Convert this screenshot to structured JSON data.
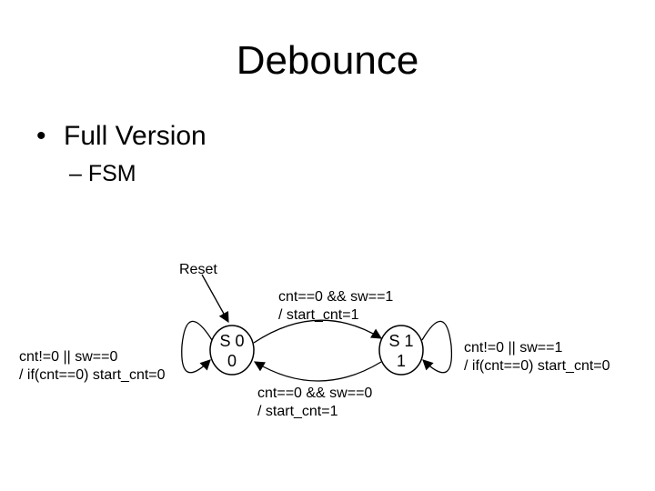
{
  "slide": {
    "title": "Debounce",
    "bullet": "Full Version",
    "sub_prefix": "–",
    "sub_bullet": "FSM"
  },
  "fsm": {
    "reset_label": "Reset",
    "states": [
      {
        "line1": "S 0",
        "line2": "0"
      },
      {
        "line1": "S 1",
        "line2": "1"
      }
    ],
    "transitions": {
      "s0_to_s1": {
        "line1": "cnt==0 && sw==1",
        "line2": "/ start_cnt=1"
      },
      "s1_to_s0": {
        "line1": "cnt==0 && sw==0",
        "line2": "/ start_cnt=1"
      },
      "s0_self": {
        "line1": "cnt!=0 || sw==0",
        "line2": "/ if(cnt==0) start_cnt=0"
      },
      "s1_self": {
        "line1": "cnt!=0 || sw==1",
        "line2": "/ if(cnt==0) start_cnt=0"
      }
    }
  }
}
